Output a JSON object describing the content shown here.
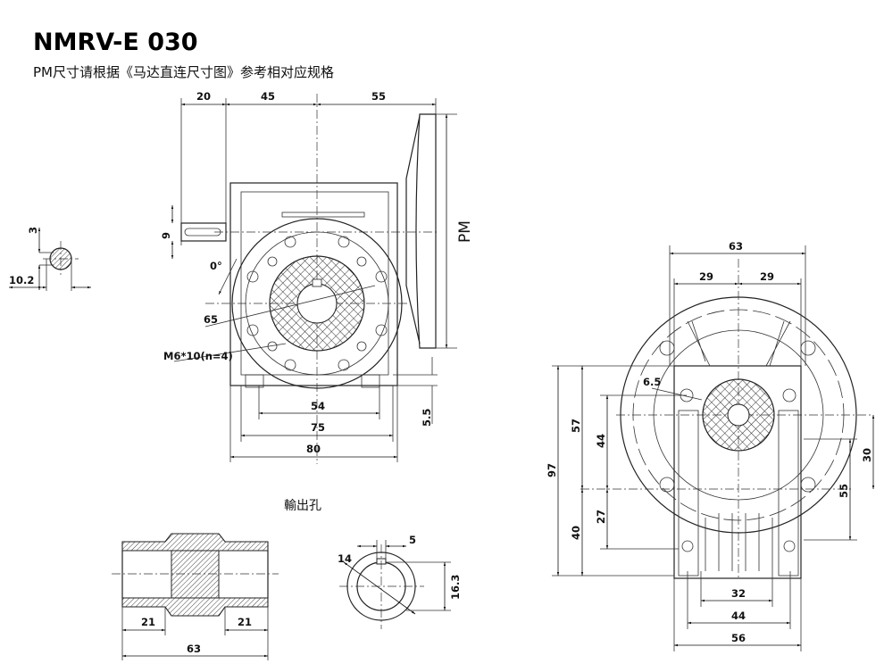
{
  "header": {
    "title": "NMRV-E 030",
    "subtitle": "PM尺寸请根据《马达直连尺寸图》参考相对应规格"
  },
  "front_view": {
    "dims": {
      "d20": "20",
      "d45": "45",
      "d55": "55",
      "pm": "PM",
      "angle": "0°",
      "d65": "65",
      "bolt": "M6*10(n=4)",
      "d54": "54",
      "d75": "75",
      "d80": "80",
      "d5_5": "5.5",
      "d9": "9"
    }
  },
  "key_section": {
    "d3": "3",
    "d10_2": "10.2"
  },
  "output_hole": {
    "caption": "輸出孔",
    "d21_left": "21",
    "d21_right": "21",
    "d63": "63",
    "d14": "14",
    "d5": "5",
    "d16_3": "16.3"
  },
  "side_view": {
    "dims": {
      "d63": "63",
      "d29_left": "29",
      "d29_right": "29",
      "d6_5": "6.5",
      "d97": "97",
      "d57": "57",
      "d44v": "44",
      "d27": "27",
      "d40": "40",
      "d30": "30",
      "d55": "55",
      "d32": "32",
      "d44h": "44",
      "d56": "56"
    }
  }
}
